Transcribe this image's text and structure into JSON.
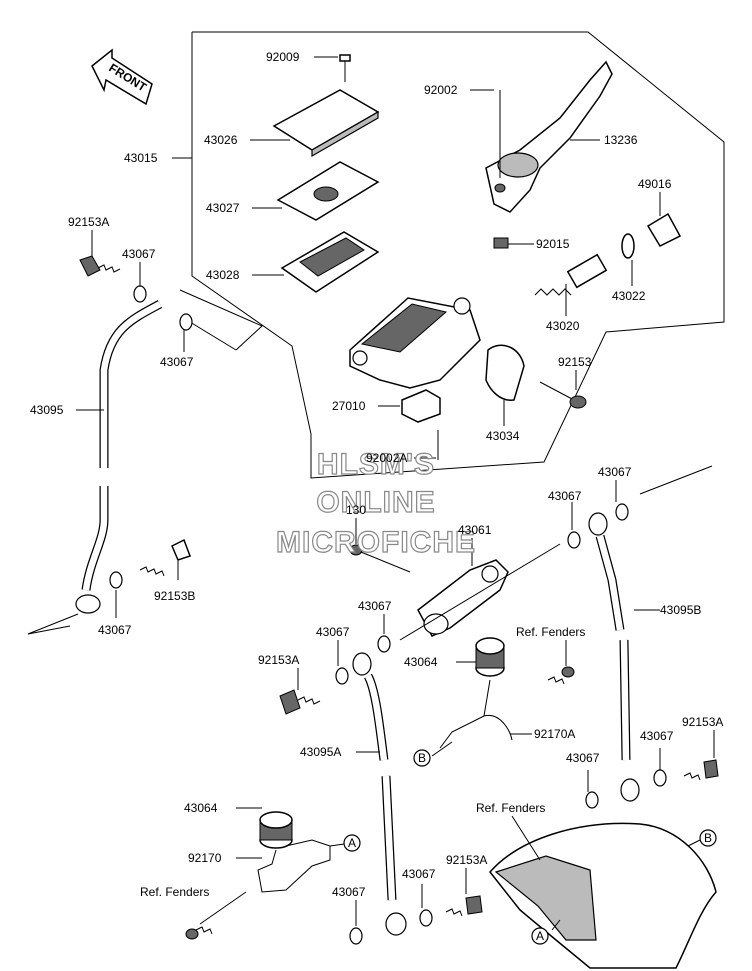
{
  "front_arrow": {
    "text": "FRONT"
  },
  "watermark": {
    "line1": "HLSM'S",
    "line2": "ONLINE",
    "line3": "MICROFICHE"
  },
  "labels": {
    "l92009": "92009",
    "l43026": "43026",
    "l43015": "43015",
    "l43027": "43027",
    "l43028": "43028",
    "l92002": "92002",
    "l13236": "13236",
    "l49016": "49016",
    "l92015": "92015",
    "l43022": "43022",
    "l43020": "43020",
    "l92153a_top": "92153A",
    "l43067_a": "43067",
    "l43067_b": "43067",
    "l43095": "43095",
    "l92153": "92153",
    "l27010": "27010",
    "l43034": "43034",
    "l92002a": "92002A",
    "l130": "130",
    "l43061": "43061",
    "l43067_c": "43067",
    "l43067_d": "43067",
    "l43095b": "43095B",
    "l92153b": "92153B",
    "l43067_e": "43067",
    "l43067_f": "43067",
    "l43067_g": "43067",
    "l92153a_mid": "92153A",
    "l43064_a": "43064",
    "ref_fenders_1": "Ref. Fenders",
    "l92170a": "92170A",
    "l43095a": "43095A",
    "l43067_h": "43067",
    "l92153a_right": "92153A",
    "l43067_i": "43067",
    "ref_fenders_2": "Ref. Fenders",
    "l43064_b": "43064",
    "l92170": "92170",
    "ref_fenders_3": "Ref. Fenders",
    "l43067_j": "43067",
    "l43067_k": "43067",
    "l92153a_bot": "92153A"
  },
  "refs": {
    "a1": "A",
    "a2": "A",
    "b1": "B",
    "b2": "B"
  }
}
